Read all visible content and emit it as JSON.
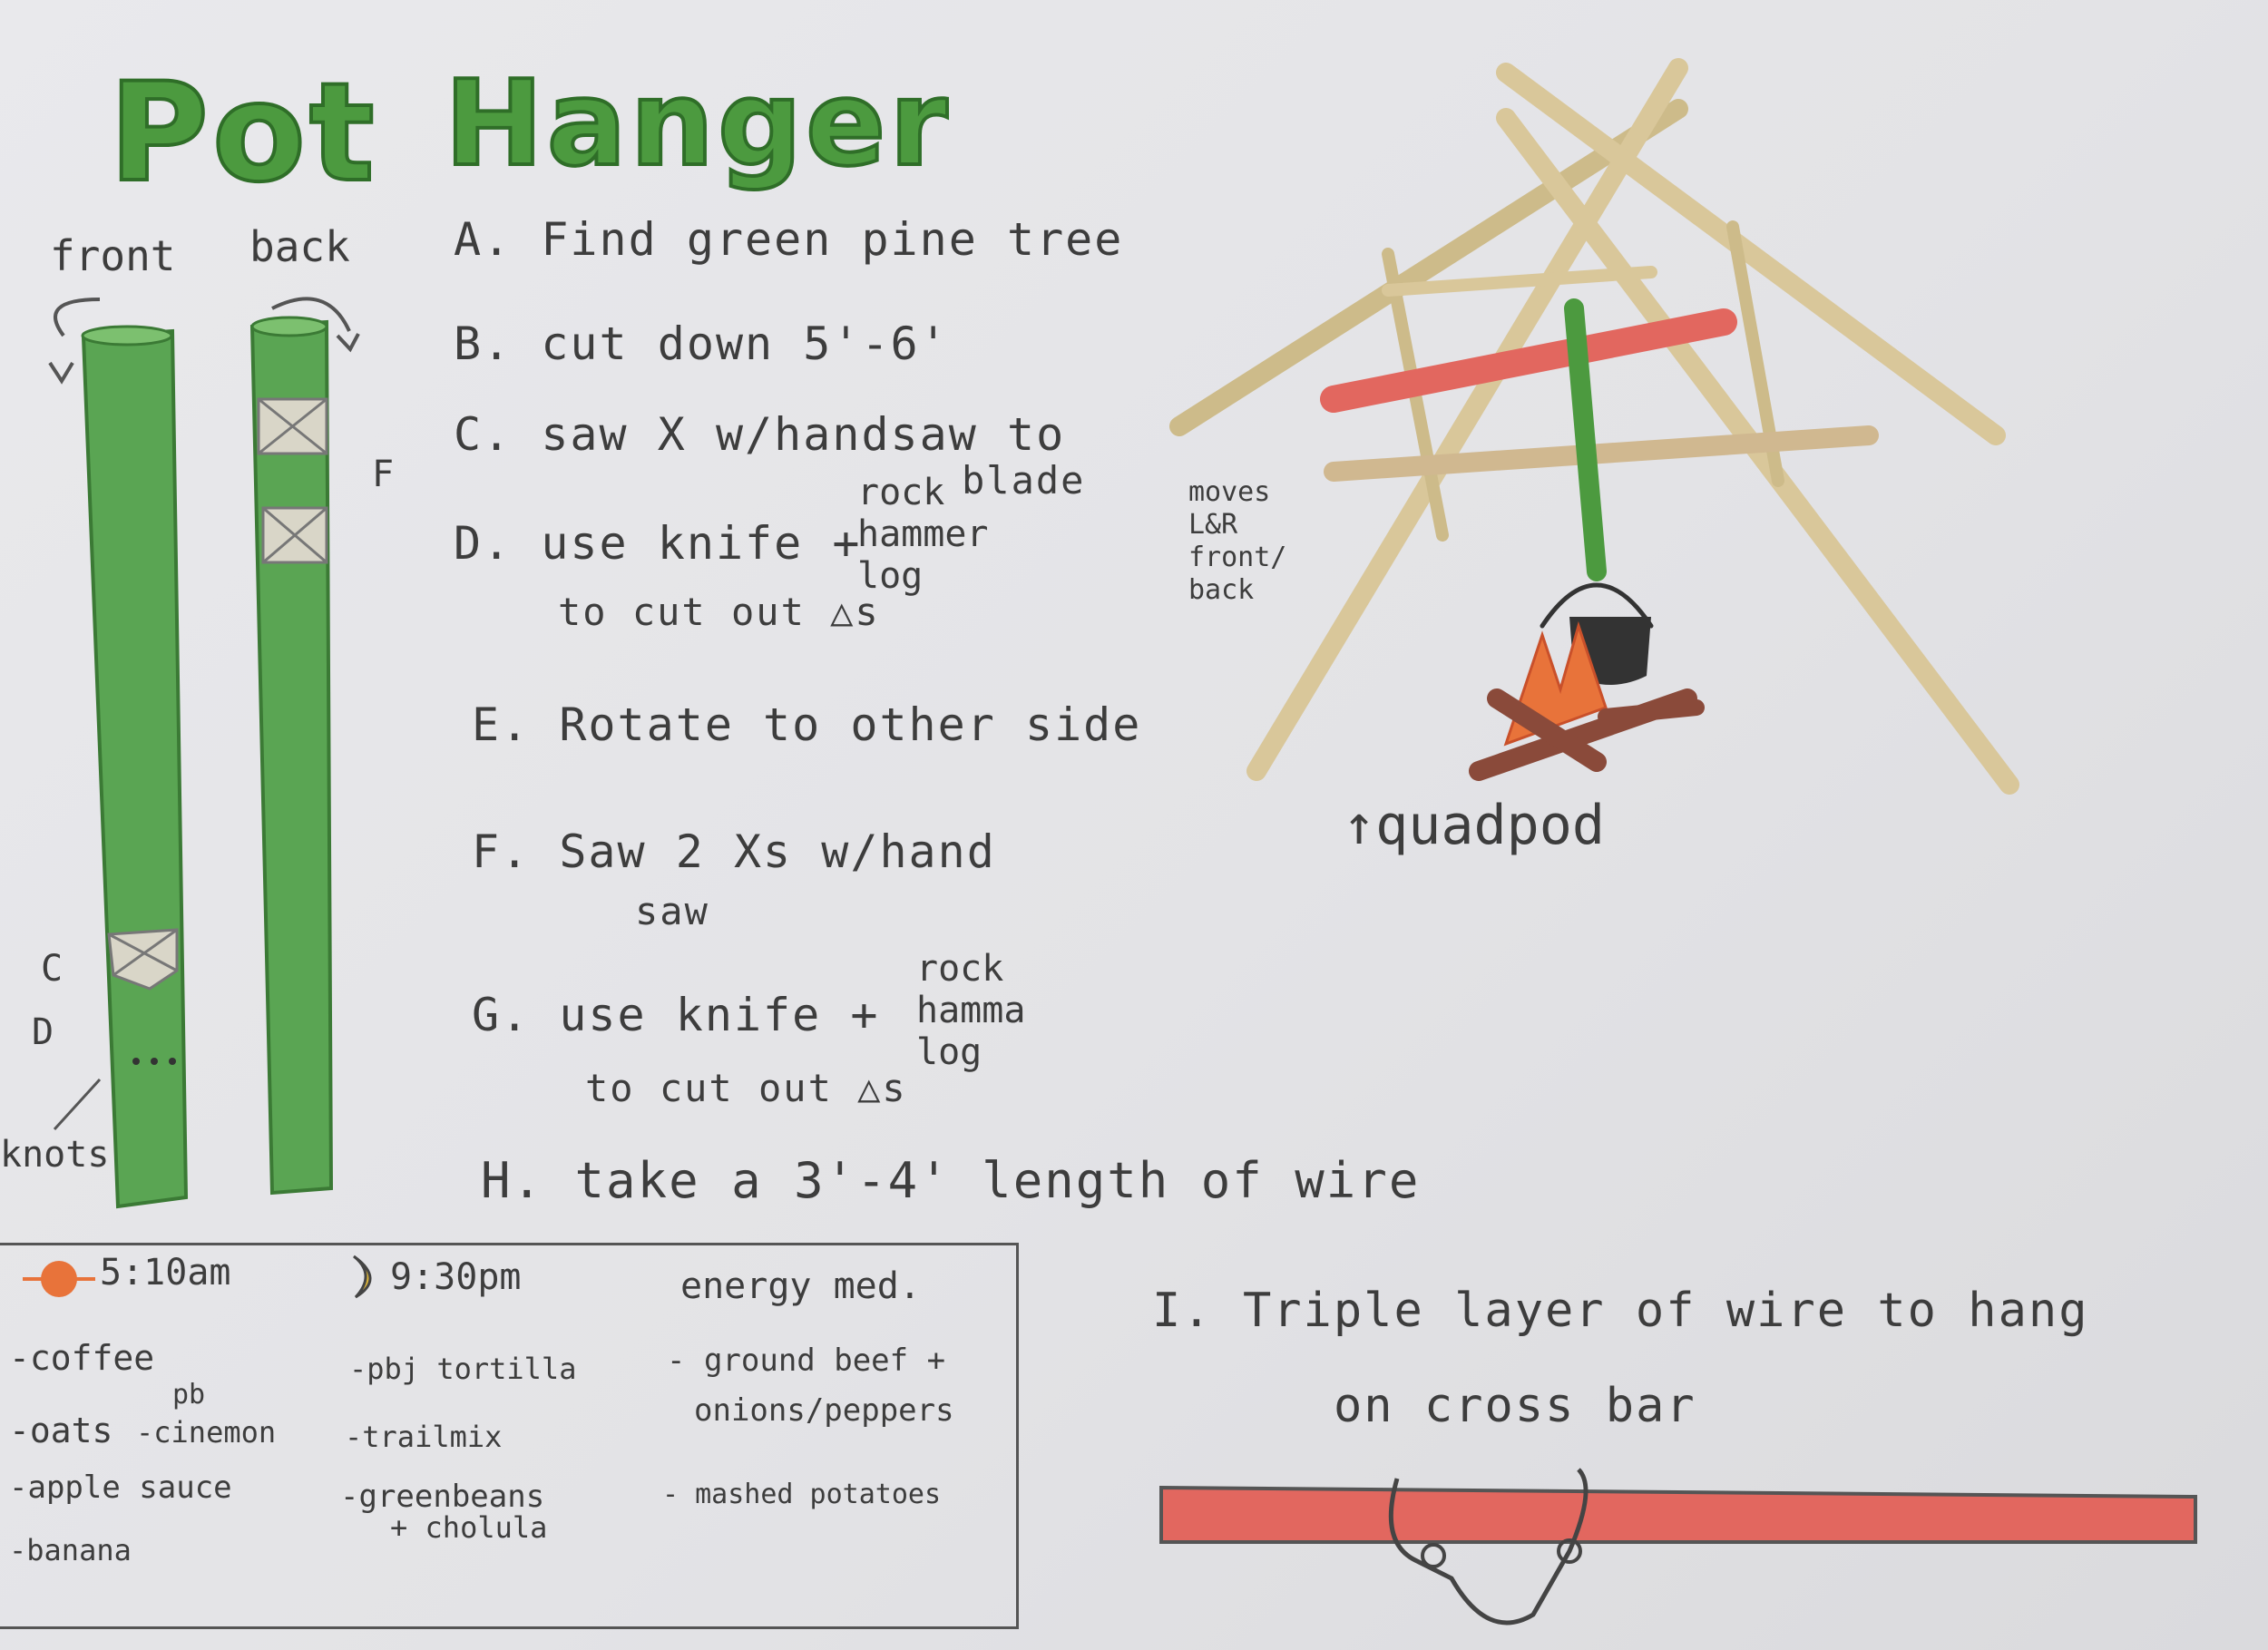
{
  "title": {
    "first": "Pot",
    "second": "Hanger"
  },
  "pole_labels": {
    "front": "front",
    "back": "back",
    "c": "C",
    "d": "D",
    "knots": "knots",
    "f": "F"
  },
  "steps": [
    {
      "letter": "A.",
      "lines": [
        "Find green pine tree"
      ]
    },
    {
      "letter": "B.",
      "lines": [
        "cut down 5'-6'"
      ]
    },
    {
      "letter": "C.",
      "lines": [
        "saw X w/handsaw to",
        "blade"
      ]
    },
    {
      "letter": "D.",
      "lines": [
        "use knife +",
        "to cut out △s"
      ],
      "bracket": [
        "rock",
        "hammer",
        "log"
      ]
    },
    {
      "letter": "E.",
      "lines": [
        "Rotate to other side"
      ]
    },
    {
      "letter": "F.",
      "lines": [
        "Saw 2 Xs w/hand",
        "saw"
      ]
    },
    {
      "letter": "G.",
      "lines": [
        "use knife +",
        "to cut out △s"
      ],
      "bracket": [
        "rock",
        "hamma",
        "log"
      ]
    },
    {
      "letter": "H.",
      "lines": [
        "take a 3'-4' length of wire"
      ]
    },
    {
      "letter": "I.",
      "lines": [
        "Triple layer of wire to hang",
        "on cross bar"
      ]
    }
  ],
  "quadpod": {
    "caption": "↑quadpod",
    "note": [
      "moves",
      "L&R",
      "front/",
      "back"
    ]
  },
  "menu": {
    "sunrise": "5:10am",
    "sunset": "9:30pm",
    "energy": "energy med.",
    "col1": [
      "-coffee",
      "-oats",
      "-apple sauce",
      "-banana"
    ],
    "col1_extra": {
      "pb": "pb",
      "cinemon": "-cinemon"
    },
    "col2": [
      "-pbj tortilla",
      "-trailmix",
      "-greenbeans",
      "+ cholula"
    ],
    "col3": [
      "- ground beef +",
      "onions/peppers",
      "- mashed potatoes"
    ]
  },
  "colors": {
    "green": "#4c9a3f",
    "red": "#e2675f",
    "wood": "#d9c79a",
    "fire": "#e8733a"
  }
}
